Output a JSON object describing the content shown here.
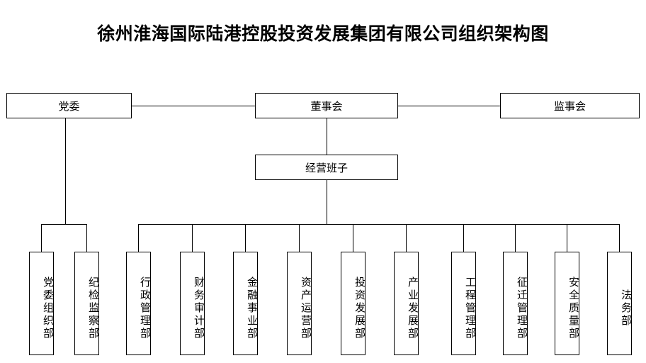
{
  "title": "徐州淮海国际陆港控股投资发展集团有限公司组织架构图",
  "diagram": {
    "type": "org-chart",
    "top_level": [
      {
        "id": "party-committee",
        "label": "党委"
      },
      {
        "id": "board-of-directors",
        "label": "董事会"
      },
      {
        "id": "board-of-supervisors",
        "label": "监事会"
      }
    ],
    "second_level": [
      {
        "id": "management-team",
        "label": "经营班子"
      }
    ],
    "party_departments": [
      {
        "id": "party-organization-dept",
        "label": "党委组织部"
      },
      {
        "id": "discipline-inspection-dept",
        "label": "纪检监察部"
      }
    ],
    "management_departments": [
      {
        "id": "administration-dept",
        "label": "行政管理部"
      },
      {
        "id": "finance-audit-dept",
        "label": "财务审计部"
      },
      {
        "id": "financial-business-dept",
        "label": "金融事业部"
      },
      {
        "id": "asset-operation-dept",
        "label": "资产运营部"
      },
      {
        "id": "investment-development-dept",
        "label": "投资发展部"
      },
      {
        "id": "industry-development-dept",
        "label": "产业发展部"
      },
      {
        "id": "engineering-management-dept",
        "label": "工程管理部"
      },
      {
        "id": "relocation-management-dept",
        "label": "征迁管理部"
      },
      {
        "id": "safety-quality-dept",
        "label": "安全质量部"
      },
      {
        "id": "legal-affairs-dept",
        "label": "法务部"
      }
    ],
    "colors": {
      "background": "#ffffff",
      "line": "#000000",
      "text": "#000000",
      "box_fill": "#ffffff"
    }
  }
}
